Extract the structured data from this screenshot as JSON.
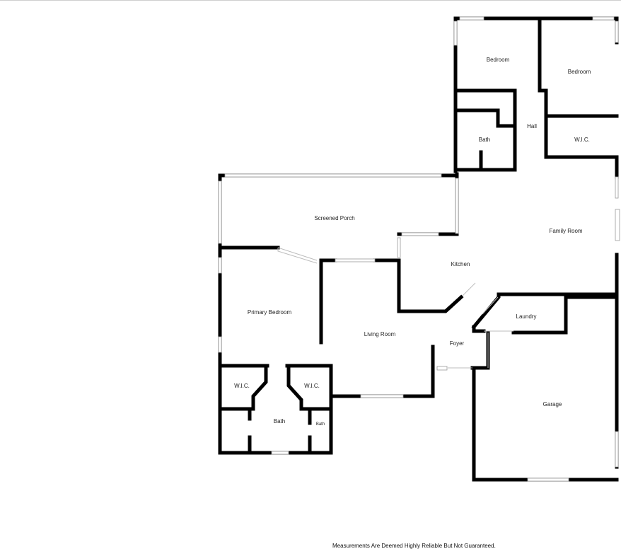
{
  "rooms": {
    "bedroom_1": "Bedroom",
    "bedroom_2": "Bedroom",
    "hall": "Hall",
    "bath_upper": "Bath",
    "wic_upper": "W.I.C.",
    "screened_porch": "Screened Porch",
    "family_room": "Family Room",
    "kitchen": "Kitchen",
    "primary_bedroom": "Primary Bedroom",
    "laundry": "Laundry",
    "living_room": "Living Room",
    "foyer": "Foyer",
    "wic_left": "W.I.C.",
    "wic_right": "W.I.C.",
    "garage": "Garage",
    "bath_primary": "Bath",
    "bath_small": "Bath"
  },
  "footer": {
    "disclaimer": "Measurements Are Deemed Highly Reliable But Not Guaranteed."
  }
}
